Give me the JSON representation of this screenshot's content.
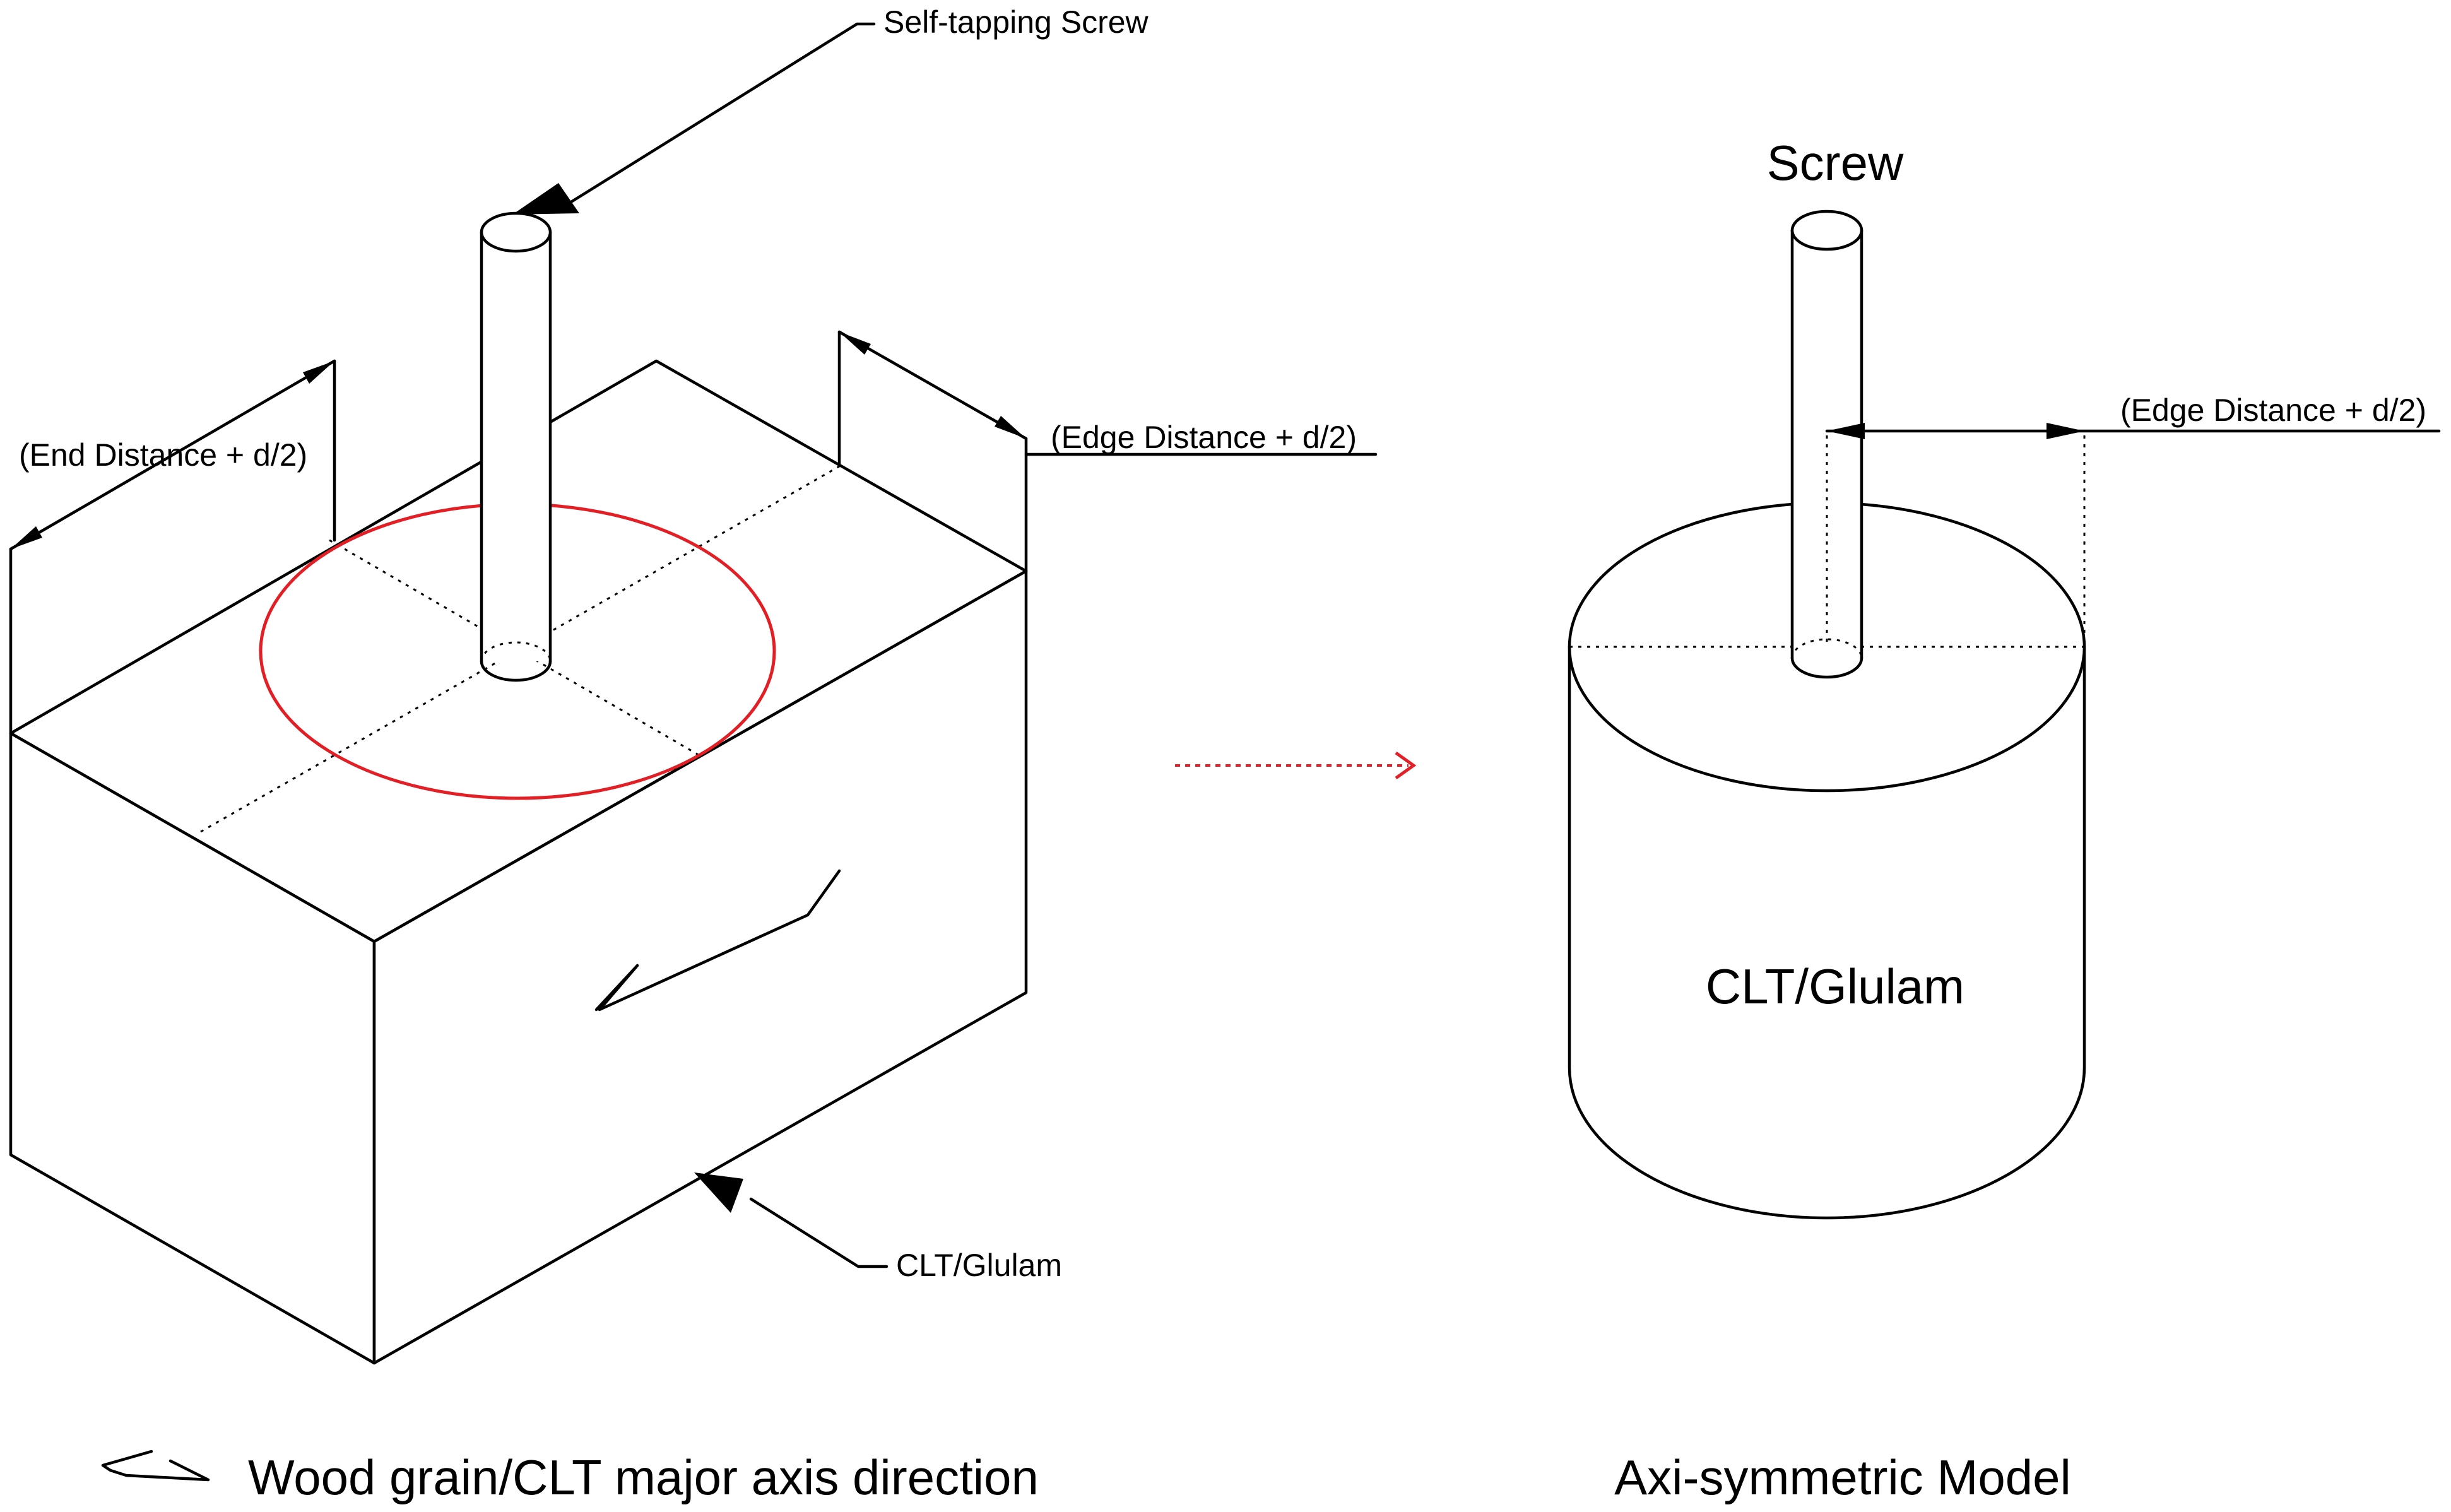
{
  "labels": {
    "self_tapping_screw": "Self-tapping Screw",
    "end_distance": "(End Distance + d/2)",
    "edge_distance_left": "(Edge Distance + d/2)",
    "clt_glulam_left": "CLT/Glulam",
    "legend_text": "Wood grain/CLT major axis direction",
    "screw": "Screw",
    "edge_distance_right": "(Edge Distance + d/2)",
    "clt_glulam_right": "CLT/Glulam",
    "axi_symmetric_model": "Axi-symmetric Model"
  },
  "colors": {
    "line": "#000000",
    "influence_circle": "#e31e24",
    "transform_arrow": "#e31e24",
    "background": "#ffffff"
  }
}
